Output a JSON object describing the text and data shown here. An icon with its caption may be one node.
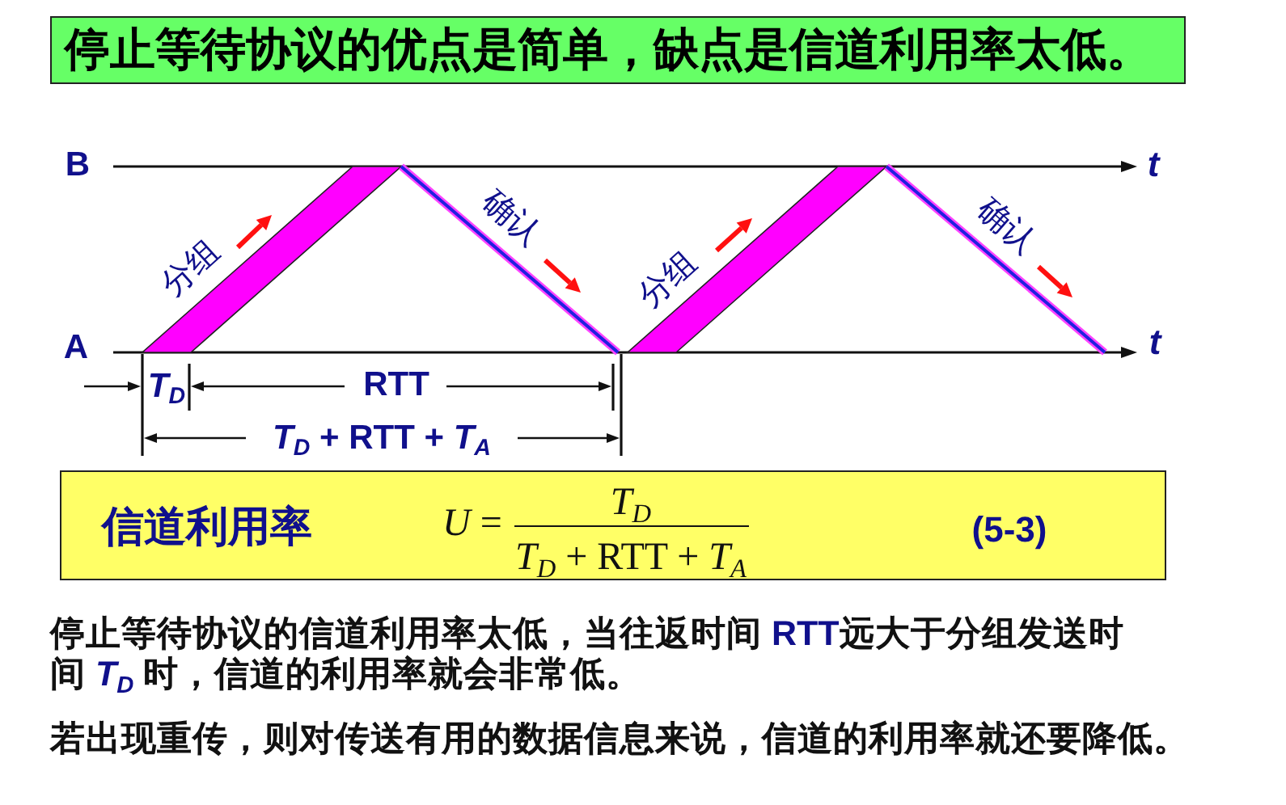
{
  "diagram": {
    "title": "停止等待协议的优点是简单，缺点是信道利用率太低。",
    "nodes": [
      {
        "text": [
          "信道利用率",
          "*U* =",
          "*T*$_{D}$",
          "*T*$_{D}$ + RTT + *T*$_{A}$",
          "(5-3)"
        ]
      }
    ],
    "labels": [
      "B",
      "t",
      "分组",
      "确认",
      "分组",
      "确认",
      "A",
      "t",
      "T$_{D}$",
      "RTT",
      "*T*$_{D}$ + RTT + *T*$_{A}$",
      "停止等待协议的信道利用率太低，当往返时间 **RTT**远大于分组发送时间 *T*$_{D}$ 时，信道的利用率就会非常低。",
      "若出现重传，则对传送有用的数据信息来说，信道的利用率就还要降低。"
    ]
  }
}
